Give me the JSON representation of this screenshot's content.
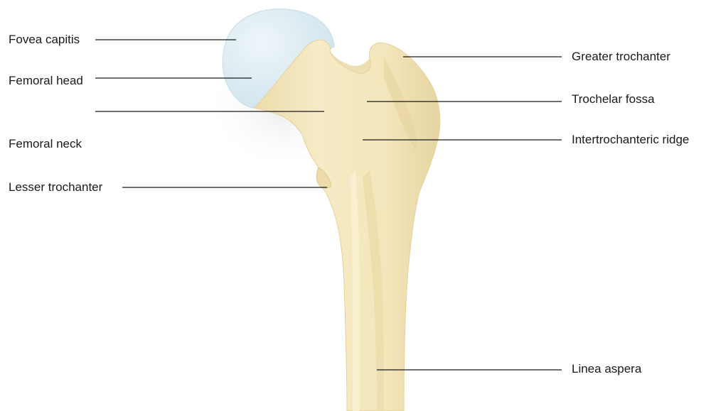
{
  "labels": {
    "fovea_capitis": "Fovea capitis",
    "femoral_head": "Femoral head",
    "femoral_neck": "Femoral neck",
    "lesser_trochanter": "Lesser trochanter",
    "greater_trochanter": "Greater trochanter",
    "trochelar_fossa": "Trochelar fossa",
    "intertrochanteric_ridge": "Intertrochanteric ridge",
    "linea_aspera": "Linea aspera"
  },
  "colors": {
    "bone": "#f3e7bf",
    "bone_shadow": "#e3d39f",
    "bone_highlight": "#fbf5dc",
    "cartilage": "#dcecf3",
    "leader_line": "#1a1a1a",
    "text": "#1a1a1a"
  }
}
